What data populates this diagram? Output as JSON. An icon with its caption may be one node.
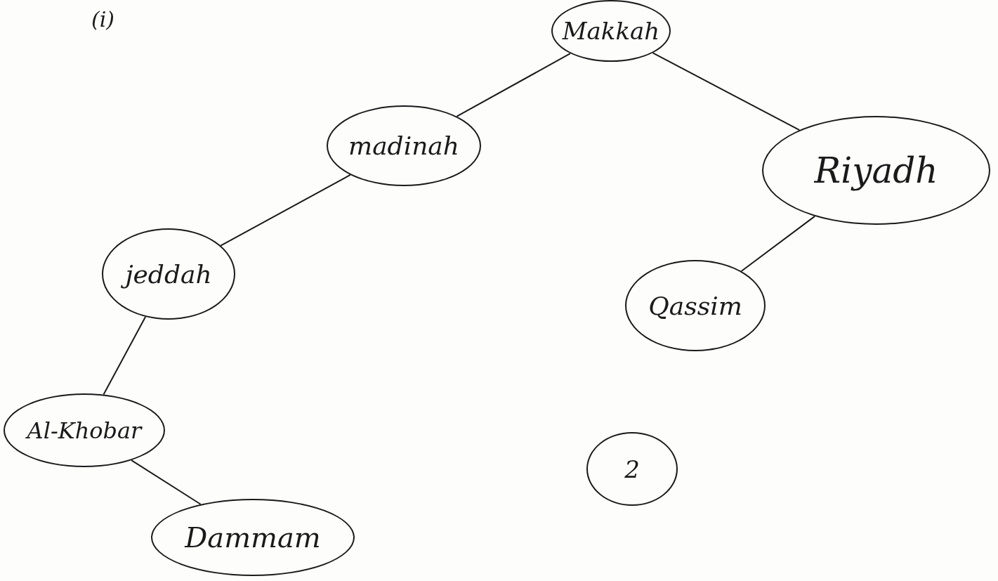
{
  "diagram": {
    "nodes": [
      {
        "text": [
          "Makkah"
        ]
      },
      {
        "text": [
          "madinah"
        ]
      },
      {
        "text": [
          "Riyadh"
        ]
      },
      {
        "text": [
          "jeddah"
        ]
      },
      {
        "text": [
          "Qassim"
        ]
      },
      {
        "text": [
          "Al-Khobar"
        ]
      },
      {
        "text": [
          "Dammam"
        ]
      },
      {
        "text": [
          "2"
        ]
      }
    ],
    "edges": [
      {
        "from": 0,
        "to": 1,
        "arrow": "none"
      },
      {
        "from": 0,
        "to": 2,
        "arrow": "none"
      },
      {
        "from": 1,
        "to": 3,
        "arrow": "none"
      },
      {
        "from": 2,
        "to": 4,
        "arrow": "none"
      },
      {
        "from": 3,
        "to": 5,
        "arrow": "none"
      },
      {
        "from": 5,
        "to": 6,
        "arrow": "none"
      }
    ],
    "labels": [
      "(i)"
    ]
  }
}
